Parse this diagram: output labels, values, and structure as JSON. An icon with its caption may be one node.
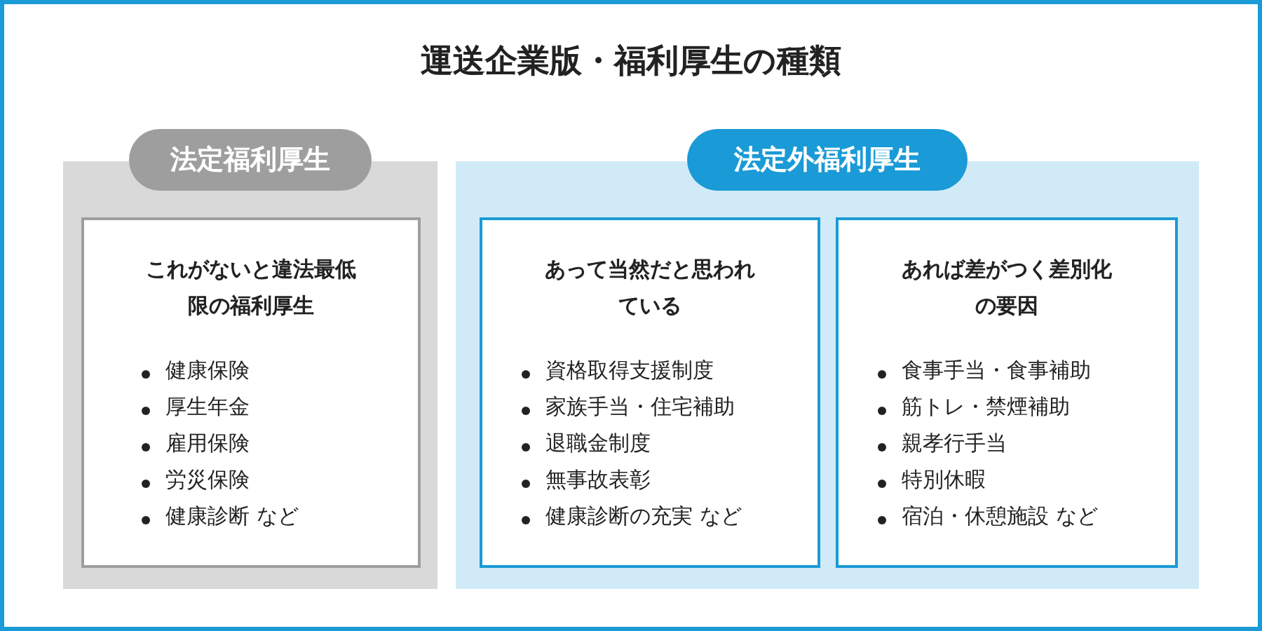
{
  "diagram": {
    "title": "運送企業版・福利厚生の種類",
    "nodes": [
      {
        "text": [
          "法定福利厚生"
        ]
      },
      {
        "text": [
          "これがないと違法最低限の福利厚生",
          "健康保険",
          "厚生年金",
          "雇用保険",
          "労災保険",
          "健康診断 など"
        ],
        "in": 0
      },
      {
        "text": [
          "法定外福利厚生"
        ]
      },
      {
        "text": [
          "あって当然だと思われている",
          "資格取得支援制度",
          "家族手当・住宅補助",
          "退職金制度",
          "無事故表彰",
          "健康診断の充実 など"
        ],
        "in": 2
      },
      {
        "text": [
          "あれば差がつく差別化の要因",
          "食事手当・食事補助",
          "筋トレ・禁煙補助",
          "親孝行手当",
          "特別休暇",
          "宿泊・休憩施設 など"
        ],
        "in": 2
      }
    ]
  }
}
